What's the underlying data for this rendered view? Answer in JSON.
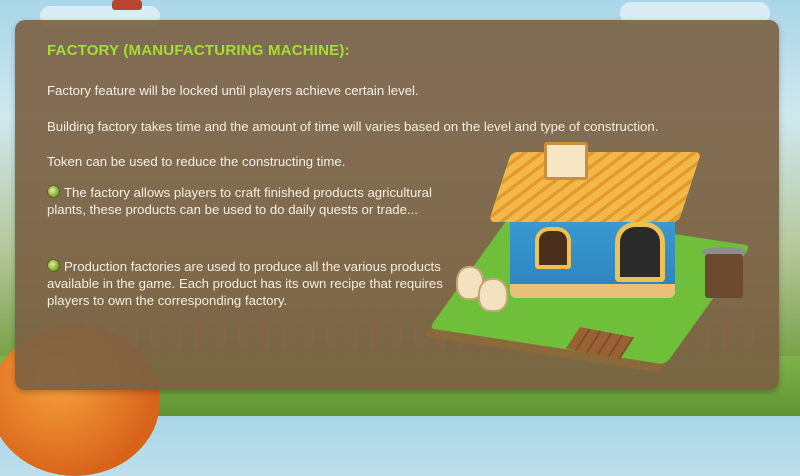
{
  "panel": {
    "title": "FACTORY (MANUFACTURING MACHINE):",
    "paragraphs": [
      "Factory feature will be locked until players achieve certain level.",
      "Building factory takes time and the amount of time will varies based on the level and type of construction.",
      "Token can be used to reduce the constructing time."
    ],
    "bullets": [
      {
        "icon": "sprout-badge-icon",
        "text": "The factory allows players to craft finished products agricultural plants, these products can be used to do daily quests or trade..."
      },
      {
        "icon": "sprout-badge-icon",
        "text": "Production factories are used to produce all the various products available in the game. Each product has its own recipe that requires players to own the corresponding factory."
      }
    ]
  },
  "colors": {
    "title": "#a4df2f",
    "panel_bg": "#7a5f42",
    "text": "#f5efe2"
  },
  "illustration": {
    "subject": "factory-building-illustration"
  }
}
